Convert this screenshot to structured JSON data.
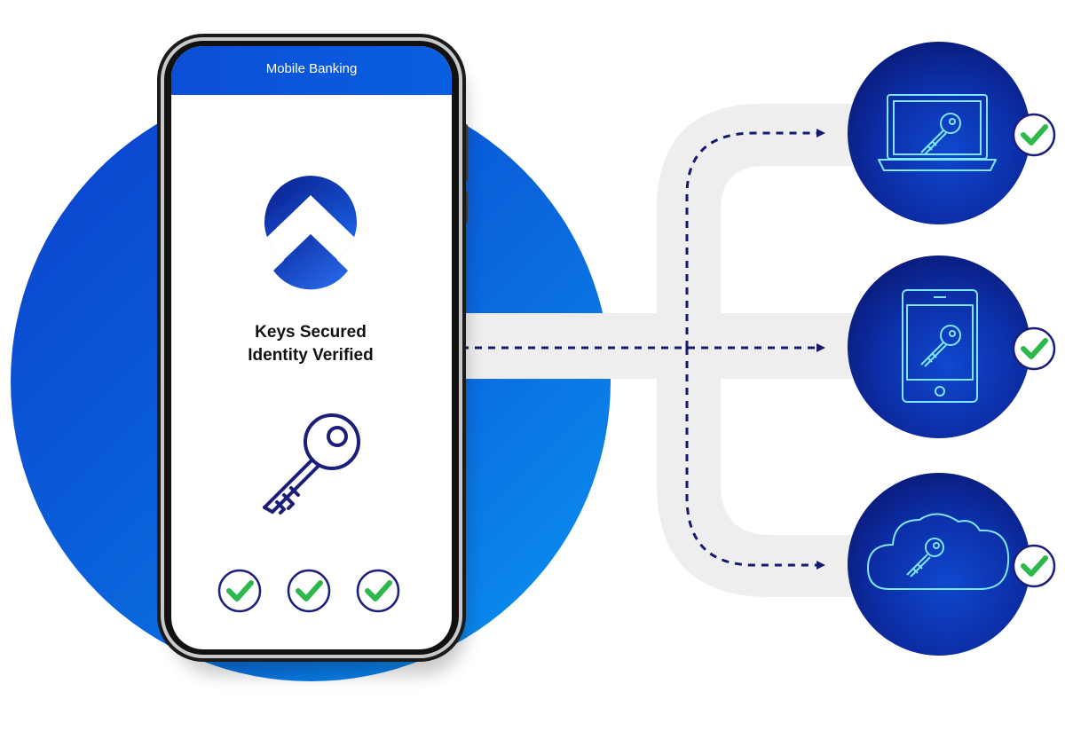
{
  "phone": {
    "header_title": "Mobile Banking",
    "status_line_1": "Keys Secured",
    "status_line_2": "Identity Verified",
    "check_count": 3
  },
  "devices": [
    {
      "name": "laptop",
      "icon": "laptop-key-icon",
      "verified": true
    },
    {
      "name": "tablet",
      "icon": "tablet-key-icon",
      "verified": true
    },
    {
      "name": "cloud",
      "icon": "cloud-key-icon",
      "verified": true
    }
  ],
  "colors": {
    "brand_blue": "#0a5ad8",
    "bg_circle_light": "#0a8df0",
    "bg_circle_dark": "#0b48cc",
    "device_circle_dark": "#0d1a7a",
    "device_circle_mid": "#0f3fc0",
    "icon_stroke": "#7fe6ff",
    "key_navy": "#1b1f7a",
    "check_green": "#2db84b",
    "dash_navy": "#141a6e",
    "track_gray": "#eeeeef"
  }
}
